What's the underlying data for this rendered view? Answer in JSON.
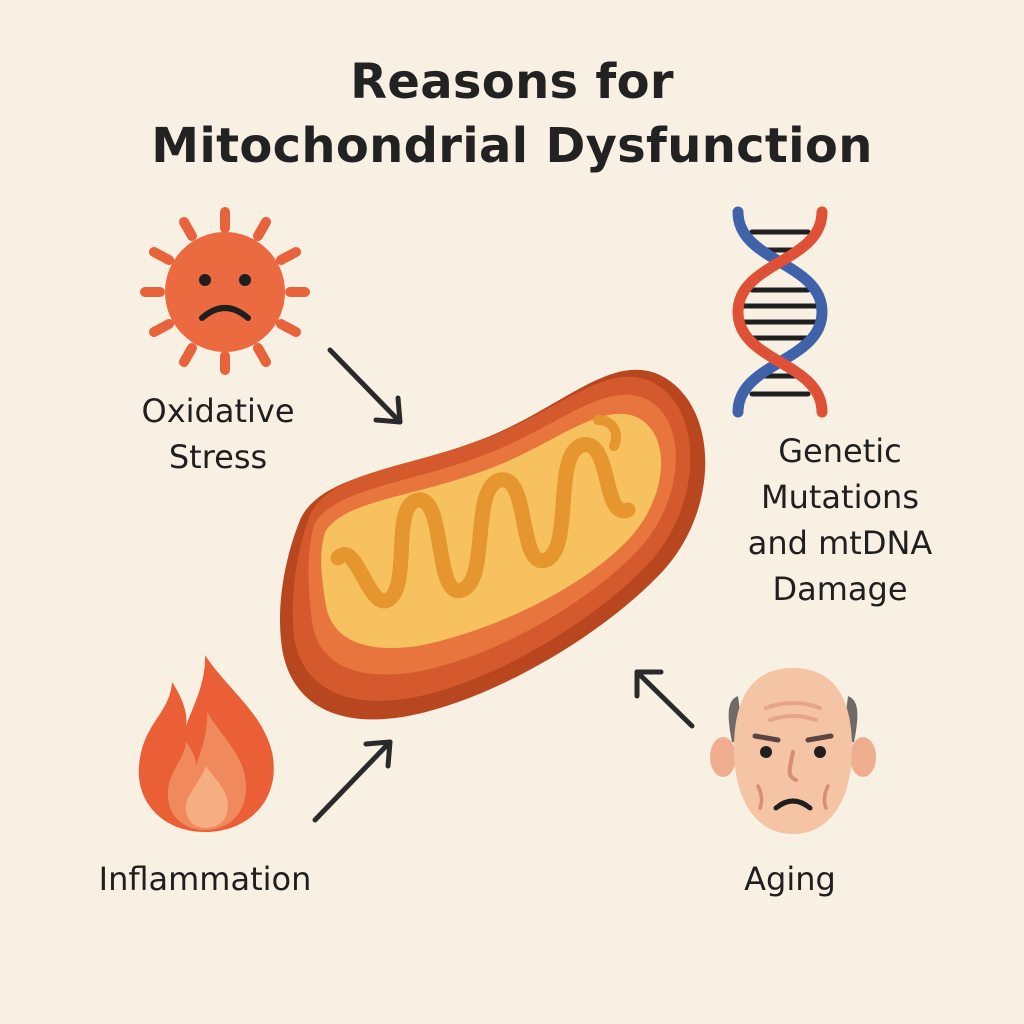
{
  "title": {
    "line1": "Reasons for",
    "line2": "Mitochondrial Dysfunction"
  },
  "causes": {
    "oxidative_stress": {
      "line1": "Oxidative",
      "line2": "Stress",
      "icon": "sad-sun-icon"
    },
    "genetic": {
      "line1": "Genetic",
      "line2": "Mutations",
      "line3": "and mtDNA",
      "line4": "Damage",
      "icon": "dna-helix-icon"
    },
    "inflammation": {
      "line1": "Inflammation",
      "icon": "flame-icon"
    },
    "aging": {
      "line1": "Aging",
      "icon": "elderly-face-icon"
    }
  },
  "center": {
    "icon": "mitochondrion-icon"
  },
  "colors": {
    "background": "#f9f0e4",
    "orange": "#e8633b",
    "mito_outer": "#c24f27",
    "mito_inner": "#f6c15e",
    "dna_blue": "#3f62a8",
    "dna_red": "#df5136",
    "skin": "#f4c4a5"
  }
}
